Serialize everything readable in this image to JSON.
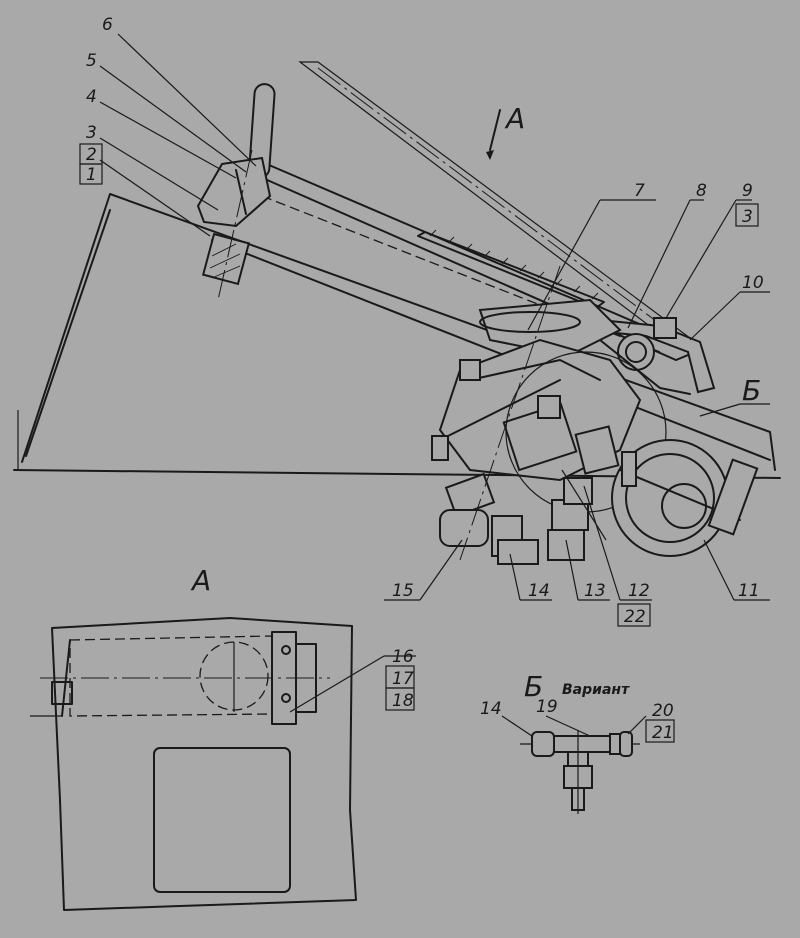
{
  "view_labels": {
    "a": "А",
    "b": "Б"
  },
  "variant_word": "Вариант",
  "callouts": {
    "n1": "1",
    "n2": "2",
    "n3": "3",
    "n4": "4",
    "n5": "5",
    "n6": "6",
    "n7": "7",
    "n8": "8",
    "n9": "9",
    "n9_box": "3",
    "n10": "10",
    "n11": "11",
    "n12": "12",
    "n12_box": "22",
    "n13": "13",
    "n14": "14",
    "n15": "15",
    "n16": "16",
    "n17": "17",
    "n18": "18",
    "b14": "14",
    "b19": "19",
    "b20": "20",
    "b21": "21"
  }
}
